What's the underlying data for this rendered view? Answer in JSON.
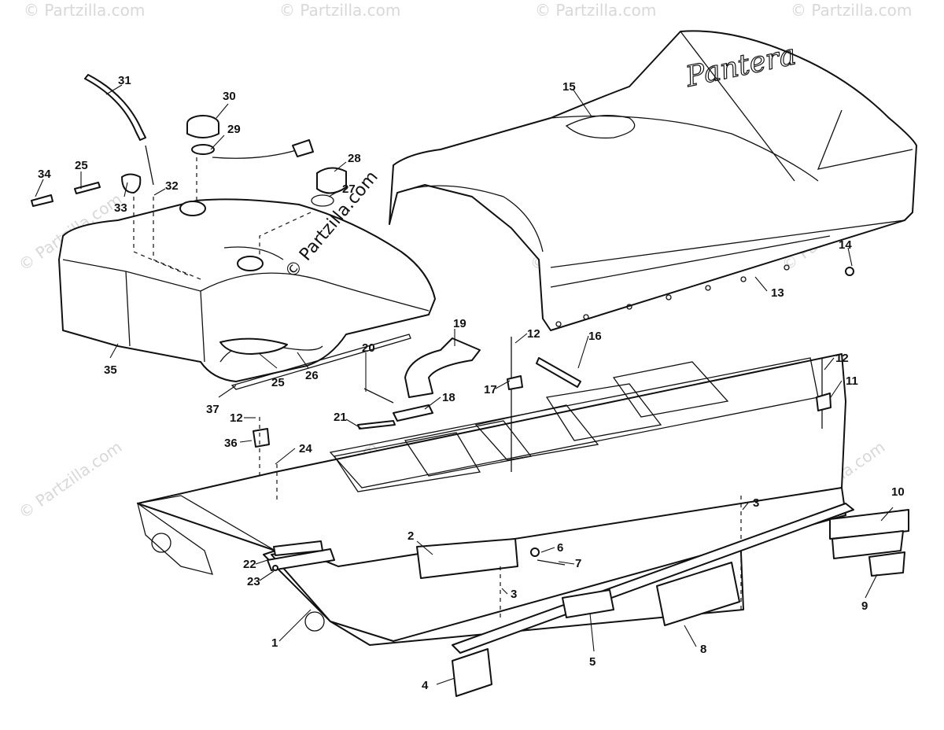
{
  "diagram": {
    "brand_script": "Pantera",
    "watermark_main": "© Partzilla.com",
    "watermark_faint": "© Partzilla.com",
    "callouts": [
      "1",
      "2",
      "3",
      "3",
      "4",
      "5",
      "6",
      "7",
      "8",
      "9",
      "10",
      "11",
      "12",
      "12",
      "12",
      "13",
      "14",
      "15",
      "16",
      "17",
      "18",
      "19",
      "20",
      "21",
      "22",
      "23",
      "24",
      "25",
      "25",
      "26",
      "27",
      "28",
      "29",
      "30",
      "31",
      "32",
      "33",
      "34",
      "35",
      "36",
      "37"
    ]
  }
}
